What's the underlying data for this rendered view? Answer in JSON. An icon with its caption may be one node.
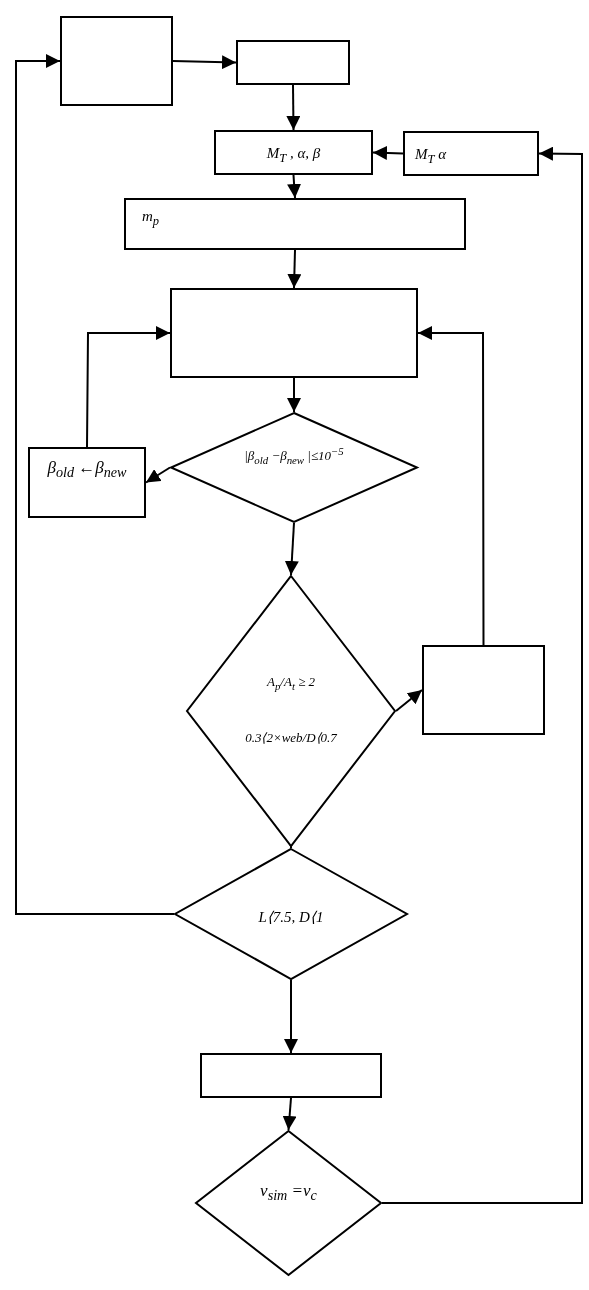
{
  "diagram": {
    "nodes": [
      {
        "text": [],
        "shape": "box"
      },
      {
        "text": [],
        "shape": "box"
      },
      {
        "text": [
          "M$_{T}$ , α, β"
        ]
      },
      {
        "text": [
          "M$_{T}$ α"
        ]
      },
      {
        "text": [
          "m$_{p}$"
        ]
      },
      {
        "text": [],
        "shape": "box"
      },
      {
        "text": [
          "|β$_{old}$ −β$_{new}$ |≤10$^{−5}$"
        ]
      },
      {
        "text": [
          "β$_{old}$ ←β$_{new}$"
        ]
      },
      {
        "text": [
          "A$_{p}$/A$_{t}$ ≥ 2",
          "0.3⟨2×web/D⟨0.7"
        ]
      },
      {
        "text": [],
        "shape": "box"
      },
      {
        "text": [
          "L⟨7.5, D⟨1"
        ]
      },
      {
        "text": [],
        "shape": "box"
      },
      {
        "text": [
          "v$_{sim}$ =v$_{c}$"
        ]
      }
    ],
    "edges": [
      {
        "from": 0,
        "to": 1,
        "arrow": "to"
      },
      {
        "from": 1,
        "to": 2,
        "arrow": "to"
      },
      {
        "from": 3,
        "to": 2,
        "arrow": "to"
      },
      {
        "from": 2,
        "to": 4,
        "arrow": "to"
      },
      {
        "from": 4,
        "to": 5,
        "arrow": "to"
      },
      {
        "from": 5,
        "to": 6,
        "arrow": "to"
      },
      {
        "from": 6,
        "to": 7,
        "arrow": "to"
      },
      {
        "from": 7,
        "to": 5,
        "arrow": "to"
      },
      {
        "from": 6,
        "to": 8,
        "arrow": "to"
      },
      {
        "from": 8,
        "to": 9,
        "arrow": "to"
      },
      {
        "from": 9,
        "to": 5,
        "arrow": "to"
      },
      {
        "from": 8,
        "to": 10,
        "arrow": "to"
      },
      {
        "from": 10,
        "to": 0,
        "arrow": "to"
      },
      {
        "from": 10,
        "to": 11,
        "arrow": "to"
      },
      {
        "from": 11,
        "to": 12,
        "arrow": "to"
      },
      {
        "from": 12,
        "to": 3,
        "arrow": "to"
      }
    ]
  }
}
